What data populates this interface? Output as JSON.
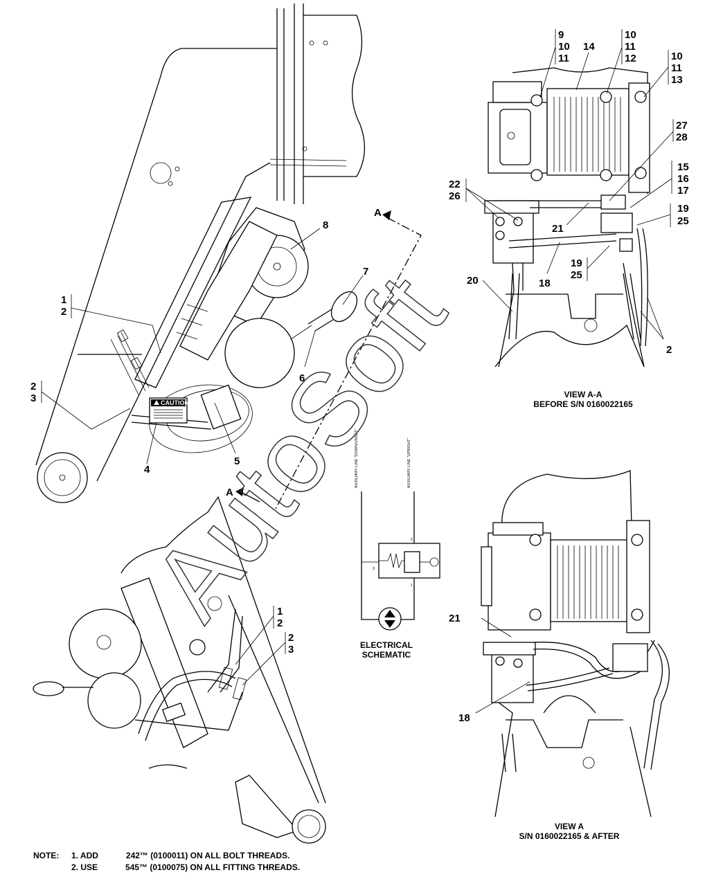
{
  "callouts": {
    "c1a": "1",
    "c2a": "2",
    "c2b": "2",
    "c3a": "3",
    "c4": "4",
    "c5": "5",
    "c6": "6",
    "c7": "7",
    "c8": "8",
    "c9": "9",
    "c10a": "10",
    "c11a": "11",
    "c14": "14",
    "c10b": "10",
    "c11b": "11",
    "c12": "12",
    "c10c": "10",
    "c11c": "11",
    "c13": "13",
    "c27": "27",
    "c28": "28",
    "c22": "22",
    "c26": "26",
    "c15": "15",
    "c16": "16",
    "c17": "17",
    "c19a": "19",
    "c25a": "25",
    "c21a": "21",
    "c19b": "19",
    "c25b": "25",
    "c18a": "18",
    "c20": "20",
    "c2c": "2",
    "c1b": "1",
    "c2d": "2",
    "c2e": "2",
    "c3b": "3",
    "c21b": "21",
    "c18b": "18"
  },
  "section_markers": {
    "a_top": "A",
    "a_bottom": "A"
  },
  "views": {
    "view_aa_title": "VIEW A-A",
    "view_aa_sub": "BEFORE S/N 0160022165",
    "view_a_title": "VIEW A",
    "view_a_sub": "S/N 0160022165 & AFTER"
  },
  "schematic": {
    "title_line1": "ELECTRICAL",
    "title_line2": "SCHEMATIC",
    "line_left": "AUXILIARY LINE \"DOWN/UNSET\"",
    "line_right": "AUXILIARY LINE \"UPRIGHT\"",
    "port_2": "2",
    "port_3": "3",
    "port_1": "1"
  },
  "caution_label": {
    "header": "CAUTION"
  },
  "watermark": "AutoSoft",
  "notes": {
    "heading": "NOTE:",
    "line1_a": "1. ADD",
    "line1_b": "242™ (0100011) ON ALL BOLT THREADS.",
    "line2_a": "2. USE",
    "line2_b": "545™ (0100075) ON ALL FITTING THREADS."
  }
}
